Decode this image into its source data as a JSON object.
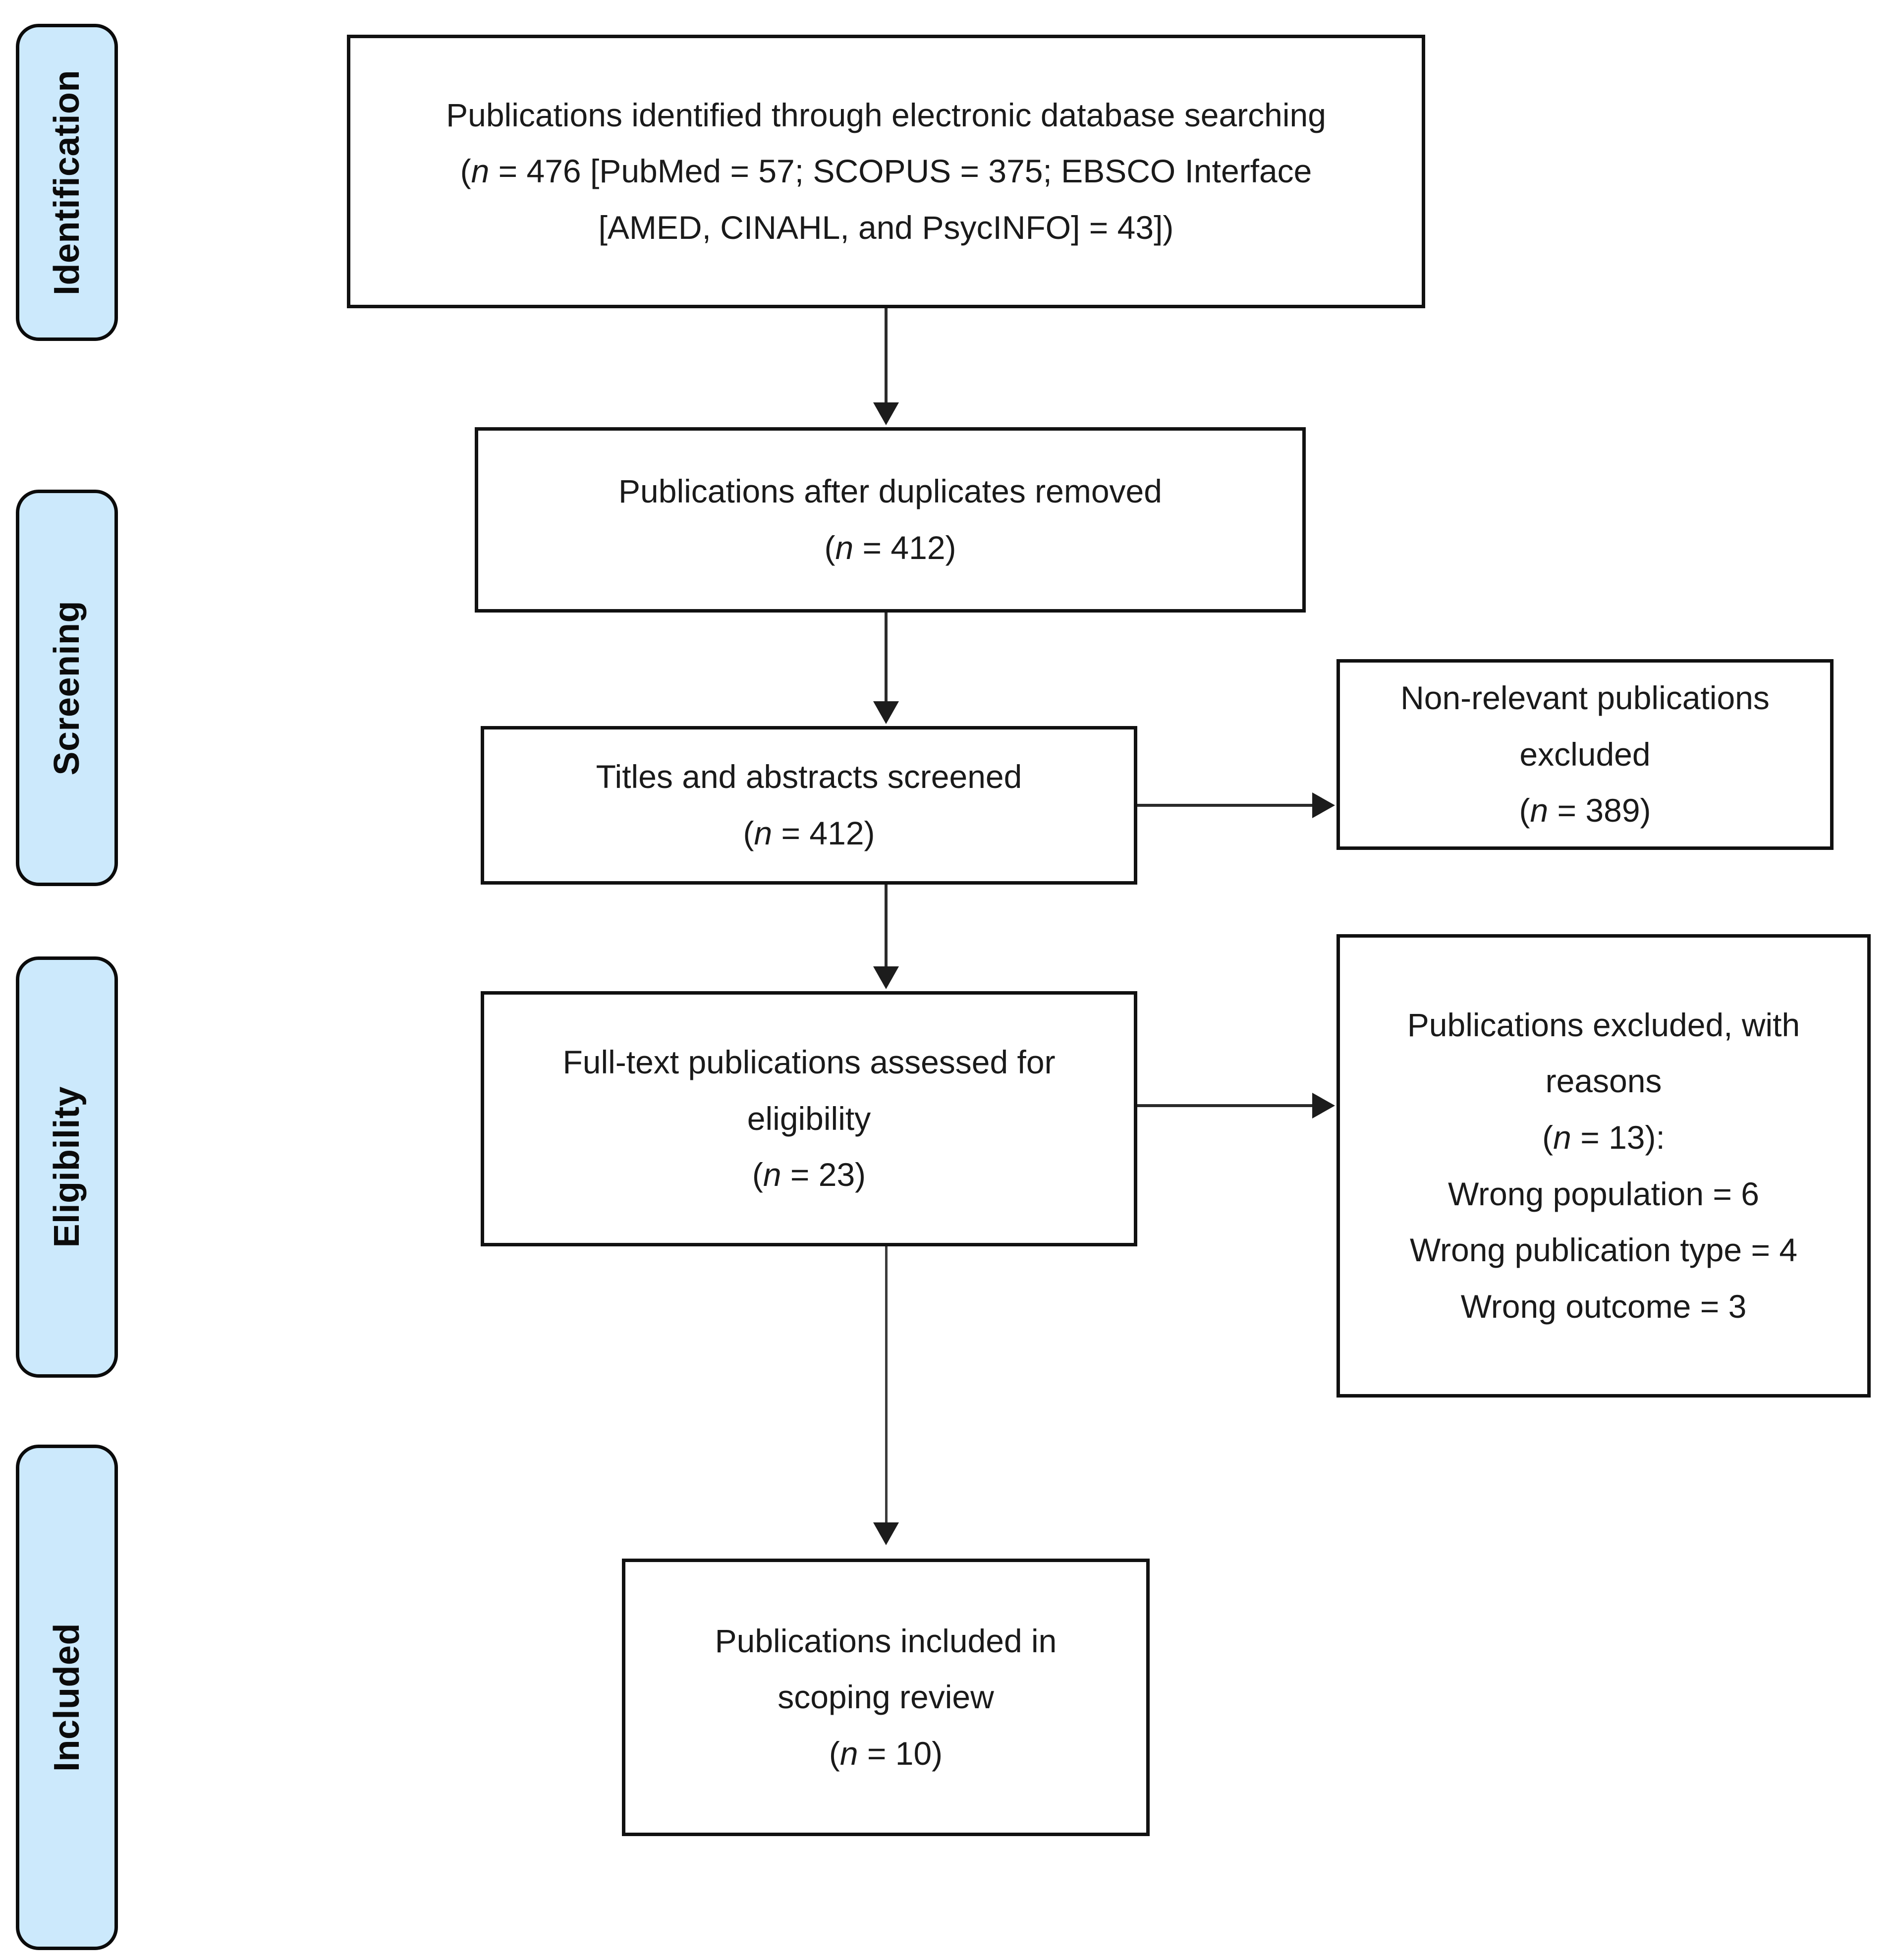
{
  "diagram": {
    "type": "prisma-flow-diagram",
    "title": "PRISMA scoping review flow diagram",
    "stages": [
      {
        "id": "identification",
        "label": "Identification"
      },
      {
        "id": "screening",
        "label": "Screening"
      },
      {
        "id": "eligibility",
        "label": "Eligibility"
      },
      {
        "id": "included",
        "label": "Included"
      }
    ],
    "boxes": [
      {
        "id": "identified",
        "lines": [
          "Publications identified through electronic database searching",
          "(n = 476 [PubMed = 57; SCOPUS = 375; EBSCO Interface",
          "[AMED, CINAHL, and PsycINFO] = 43])"
        ],
        "line1": "Publications identified through electronic database searching",
        "line2_pre": "(",
        "line2_n": "n",
        "line2_post": " = 476 [PubMed = 57; SCOPUS = 375; EBSCO Interface",
        "line3": "[AMED, CINAHL, and PsycINFO] = 43])",
        "count": 476,
        "breakdown": {
          "PubMed": 57,
          "SCOPUS": 375,
          "EBSCO Interface (AMED, CINAHL, PsycINFO)": 43
        }
      },
      {
        "id": "after-duplicates",
        "line1": "Publications after duplicates removed",
        "n_pre": "(",
        "n_ital": "n",
        "n_post": " = 412)",
        "count": 412
      },
      {
        "id": "titles-screened",
        "line1": "Titles and abstracts screened",
        "n_pre": "(",
        "n_ital": "n",
        "n_post": " = 412)",
        "count": 412
      },
      {
        "id": "non-relevant-excluded",
        "line1": "Non-relevant publications",
        "line2": "excluded",
        "n_pre": "(",
        "n_ital": "n",
        "n_post": " = 389)",
        "count": 389
      },
      {
        "id": "fulltext-assessed",
        "line1": "Full-text publications assessed for",
        "line2": "eligibility",
        "n_pre": "(",
        "n_ital": "n",
        "n_post": " = 23)",
        "count": 23
      },
      {
        "id": "excluded-with-reasons",
        "line1": "Publications excluded, with",
        "line2": "reasons",
        "n_pre": "(",
        "n_ital": "n",
        "n_post": " = 13):",
        "count": 13,
        "reasons": [
          "Wrong population = 6",
          "Wrong publication type = 4",
          "Wrong outcome = 3"
        ],
        "reason1": "Wrong population = 6",
        "reason2": "Wrong publication type = 4",
        "reason3": "Wrong outcome = 3"
      },
      {
        "id": "included-in-review",
        "line1": "Publications included in",
        "line2": "scoping review",
        "n_pre": "(",
        "n_ital": "n",
        "n_post": " = 10)",
        "count": 10
      }
    ],
    "colors": {
      "stage_fill": "#cce9fc",
      "stage_border": "#0b0b0b",
      "box_border": "#111111",
      "connector": "#2b2b2b",
      "text": "#1a1a1a"
    }
  }
}
